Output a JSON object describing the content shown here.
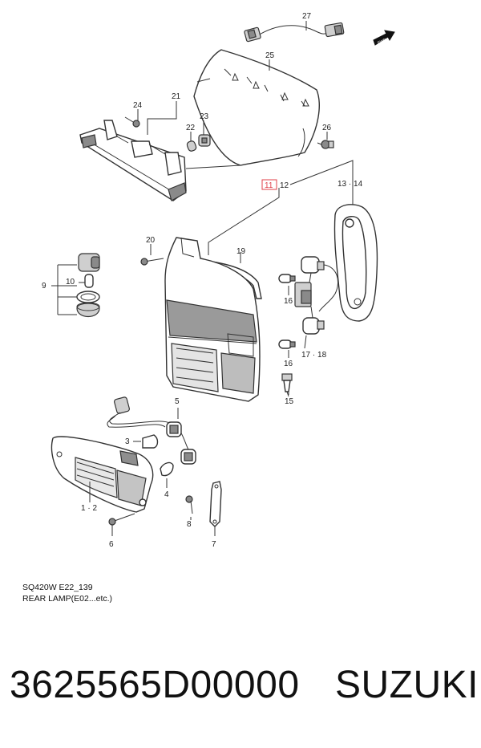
{
  "figure": {
    "caption_model": "SQ420W E22_139",
    "caption_title": "REAR LAMP(E02...etc.)",
    "fwd_label": "FWD",
    "highlight_color": "#e0404a",
    "callouts": {
      "c27": "27",
      "c25": "25",
      "c24": "24",
      "c21": "21",
      "c22": "22",
      "c23": "23",
      "c26": "26",
      "c11": "11",
      "c12": "12",
      "c13_14": "13 · 14",
      "c20": "20",
      "c19": "19",
      "c9": "9",
      "c10": "10",
      "c16a": "16",
      "c16b": "16",
      "c17_18": "17 · 18",
      "c15": "15",
      "c5": "5",
      "c3": "3",
      "c4": "4",
      "c1_2": "1 · 2",
      "c8": "8",
      "c6": "6",
      "c7": "7"
    }
  },
  "footer": {
    "part_number": "3625565D00000",
    "brand": "SUZUKI"
  }
}
